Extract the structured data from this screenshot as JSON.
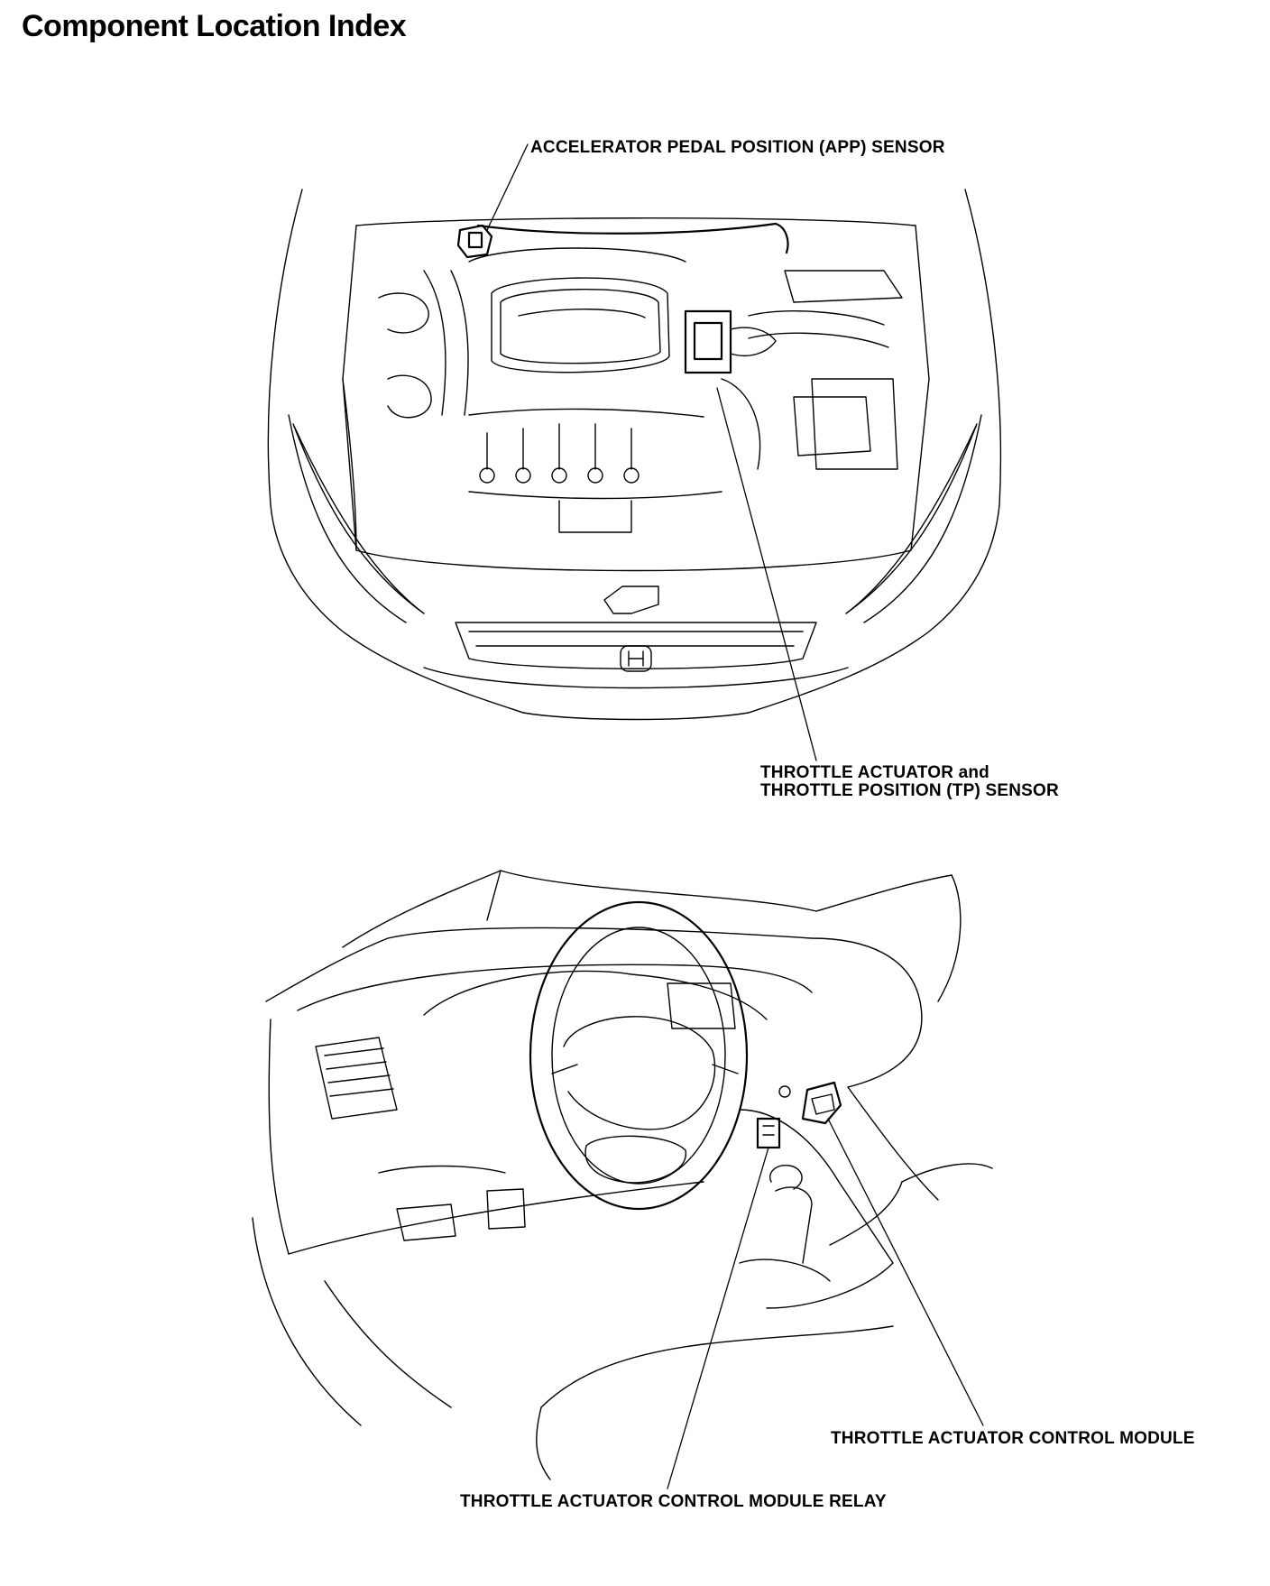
{
  "title": "Component Location Index",
  "labels": {
    "app_sensor": "ACCELERATOR PEDAL POSITION (APP) SENSOR",
    "throttle_actuator_line1": "THROTTLE ACTUATOR and",
    "throttle_actuator_line2": "THROTTLE POSITION (TP) SENSOR",
    "tac_module": "THROTTLE ACTUATOR CONTROL MODULE",
    "tac_module_relay": "THROTTLE ACTUATOR CONTROL MODULE RELAY"
  },
  "icons": {
    "emblem": "honda-emblem-icon"
  }
}
